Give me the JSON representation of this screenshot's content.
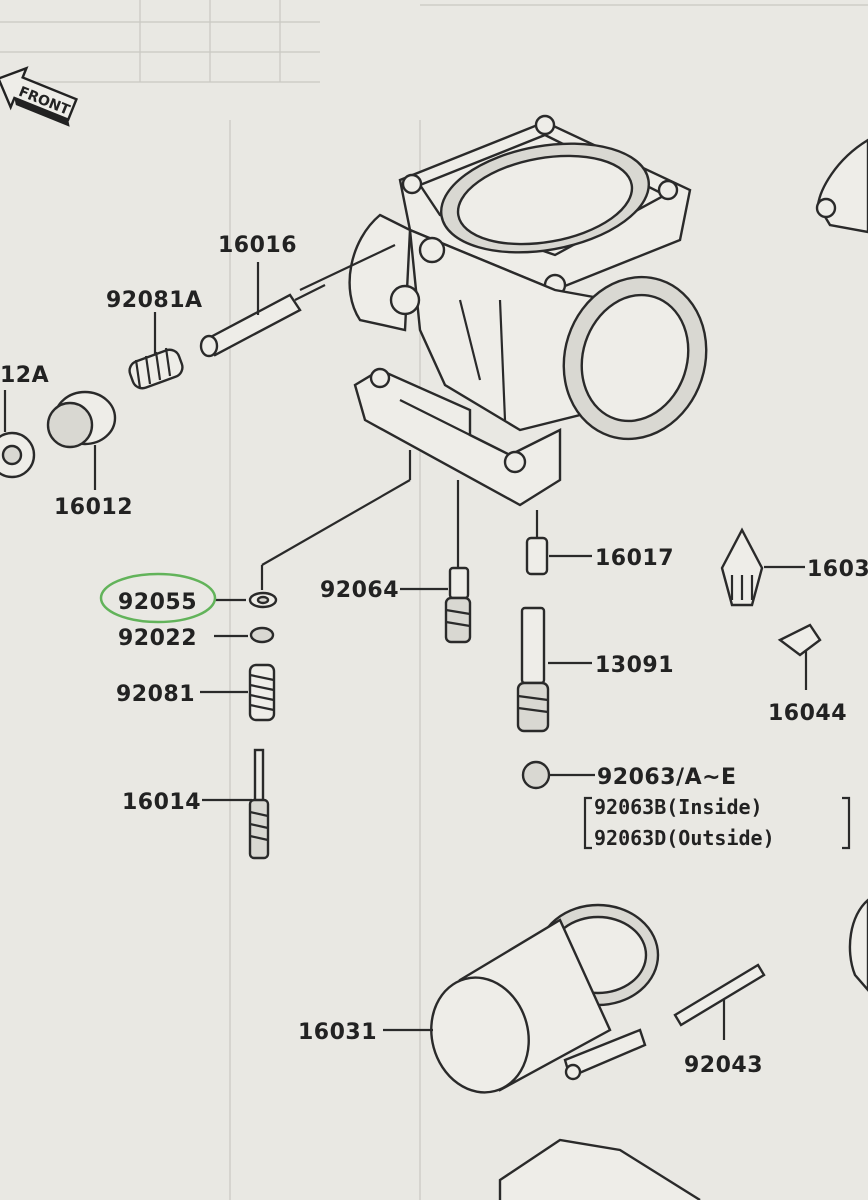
{
  "front_label": "FRONT",
  "parts": {
    "p16016": "16016",
    "p92081A": "92081A",
    "p16012A": "12A",
    "p16012": "16012",
    "p92055": "92055",
    "p92022": "92022",
    "p92081": "92081",
    "p16014": "16014",
    "p92064": "92064",
    "p16017": "16017",
    "p13091": "13091",
    "p92063": "92063/A~E",
    "p92063B": "92063B(Inside)",
    "p92063D": "92063D(Outside)",
    "p1603": "1603",
    "p16044": "16044",
    "p16031": "16031",
    "p92043": "92043"
  },
  "highlight": {
    "target": "92055",
    "color": "#62b35a"
  },
  "colors": {
    "paper": "#e9e8e3",
    "ink": "#222222"
  }
}
